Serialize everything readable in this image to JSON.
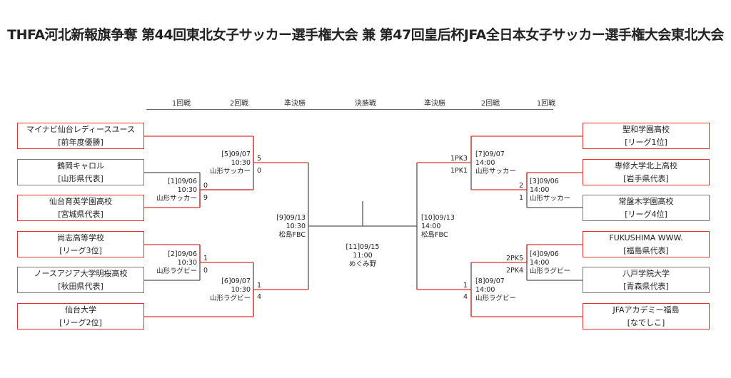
{
  "title": "THFA河北新報旗争奪 第44回東北女子サッカー選手権大会 兼 第47回皇后杯JFA全日本女子サッカー選手権大会東北大会",
  "rounds": {
    "left": [
      "1回戦",
      "2回戦",
      "準決勝"
    ],
    "center": "決勝戦",
    "right": [
      "準決勝",
      "2回戦",
      "1回戦"
    ]
  },
  "left_teams": [
    {
      "name": "マイナビ仙台レディースユース",
      "sub": "[前年度優勝]"
    },
    {
      "name": "鶴岡キャロル",
      "sub": "[山形県代表]"
    },
    {
      "name": "仙台育英学園高校",
      "sub": "[宮城県代表]"
    },
    {
      "name": "尚志高等学校",
      "sub": "[リーグ3位]"
    },
    {
      "name": "ノースアジア大学明桜高校",
      "sub": "[秋田県代表]"
    },
    {
      "name": "仙台大学",
      "sub": "[リーグ2位]"
    }
  ],
  "right_teams": [
    {
      "name": "聖和学園高校",
      "sub": "[リーグ1位]"
    },
    {
      "name": "専修大学北上高校",
      "sub": "[岩手県代表]"
    },
    {
      "name": "常盤木学園高校",
      "sub": "[リーグ4位]"
    },
    {
      "name": "FUKUSHIMA WWW.",
      "sub": "[福島県代表]"
    },
    {
      "name": "八戸学院大学",
      "sub": "[青森県代表]"
    },
    {
      "name": "JFAアカデミー福島",
      "sub": "[なでしこ]"
    }
  ],
  "matches": {
    "m1": {
      "id": "[1]09/06",
      "time": "10:30",
      "venue": "山形サッカー",
      "score_top": "0",
      "score_bottom": "9"
    },
    "m2": {
      "id": "[2]09/06",
      "time": "10:30",
      "venue": "山形ラグビー",
      "score_top": "1",
      "score_bottom": "0"
    },
    "m3": {
      "id": "[3]09/06",
      "time": "14:00",
      "venue": "山形サッカー",
      "score_top": "2",
      "score_bottom": "1"
    },
    "m4": {
      "id": "[4]09/06",
      "time": "14:00",
      "venue": "山形ラグビー",
      "score_top": "2PK5",
      "score_bottom": "2PK4"
    },
    "m5": {
      "id": "[5]09/07",
      "time": "10:30",
      "venue": "山形サッカー",
      "score_top": "5",
      "score_bottom": "0"
    },
    "m6": {
      "id": "[6]09/07",
      "time": "10:30",
      "venue": "山形ラグビー",
      "score_top": "1",
      "score_bottom": "4"
    },
    "m7": {
      "id": "[7]09/07",
      "time": "14:00",
      "venue": "山形サッカー",
      "score_top": "1PK3",
      "score_bottom": "1PK1"
    },
    "m8": {
      "id": "[8]09/07",
      "time": "14:00",
      "venue": "山形ラグビー",
      "score_top": "1",
      "score_bottom": "4"
    },
    "m9": {
      "id": "[9]09/13",
      "time": "10:30",
      "venue": "松島FBC"
    },
    "m10": {
      "id": "[10]09/13",
      "time": "14:00",
      "venue": "松島FBC"
    },
    "m11": {
      "id": "[11]09/15",
      "time": "11:00",
      "venue": "めぐみ野"
    }
  },
  "colors": {
    "win": "#e03030",
    "line": "#555555"
  }
}
